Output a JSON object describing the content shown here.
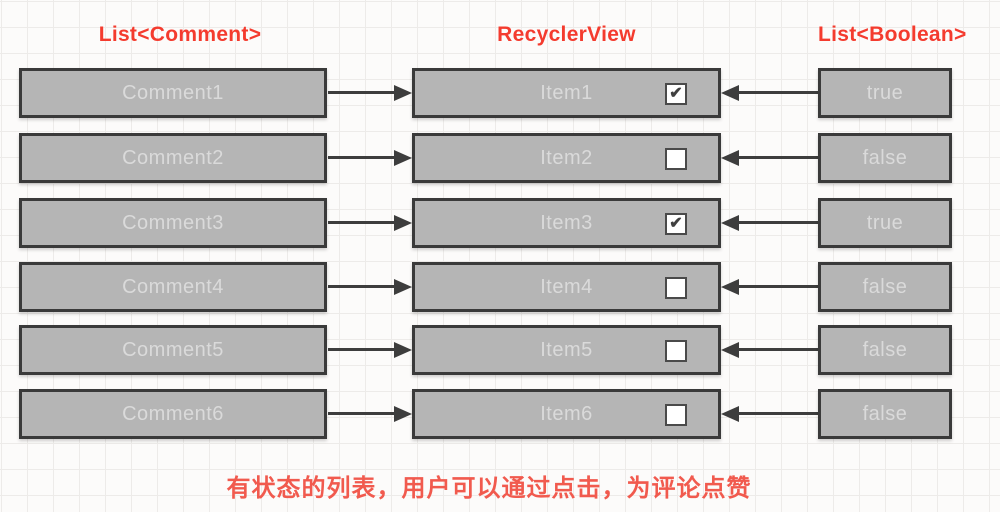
{
  "columns": {
    "left_header": "List<Comment>",
    "middle_header": "RecyclerView",
    "right_header": "List<Boolean>"
  },
  "rows": [
    {
      "comment": "Comment1",
      "item": "Item1",
      "checked": true,
      "check_glyph": "✔",
      "boolean": "true"
    },
    {
      "comment": "Comment2",
      "item": "Item2",
      "checked": false,
      "check_glyph": "",
      "boolean": "false"
    },
    {
      "comment": "Comment3",
      "item": "Item3",
      "checked": true,
      "check_glyph": "✔",
      "boolean": "true"
    },
    {
      "comment": "Comment4",
      "item": "Item4",
      "checked": false,
      "check_glyph": "",
      "boolean": "false"
    },
    {
      "comment": "Comment5",
      "item": "Item5",
      "checked": false,
      "check_glyph": "",
      "boolean": "false"
    },
    {
      "comment": "Comment6",
      "item": "Item6",
      "checked": false,
      "check_glyph": "",
      "boolean": "false"
    }
  ],
  "caption": "有状态的列表，用户可以通过点击，为评论点赞",
  "icons": {
    "checkbox_checked": "✔",
    "arrow_right": "filled right-pointing arrow",
    "arrow_left": "filled left-pointing arrow"
  },
  "colors": {
    "accent_red_header": "#f43b2e",
    "accent_red_caption": "#f15a4e",
    "box_fill": "#b5b5b5",
    "box_border": "#3a3a3a",
    "box_text": "#dadada",
    "arrow": "#3d3d3d",
    "grid_line": "#edebe9",
    "background": "#fcfbfa"
  }
}
